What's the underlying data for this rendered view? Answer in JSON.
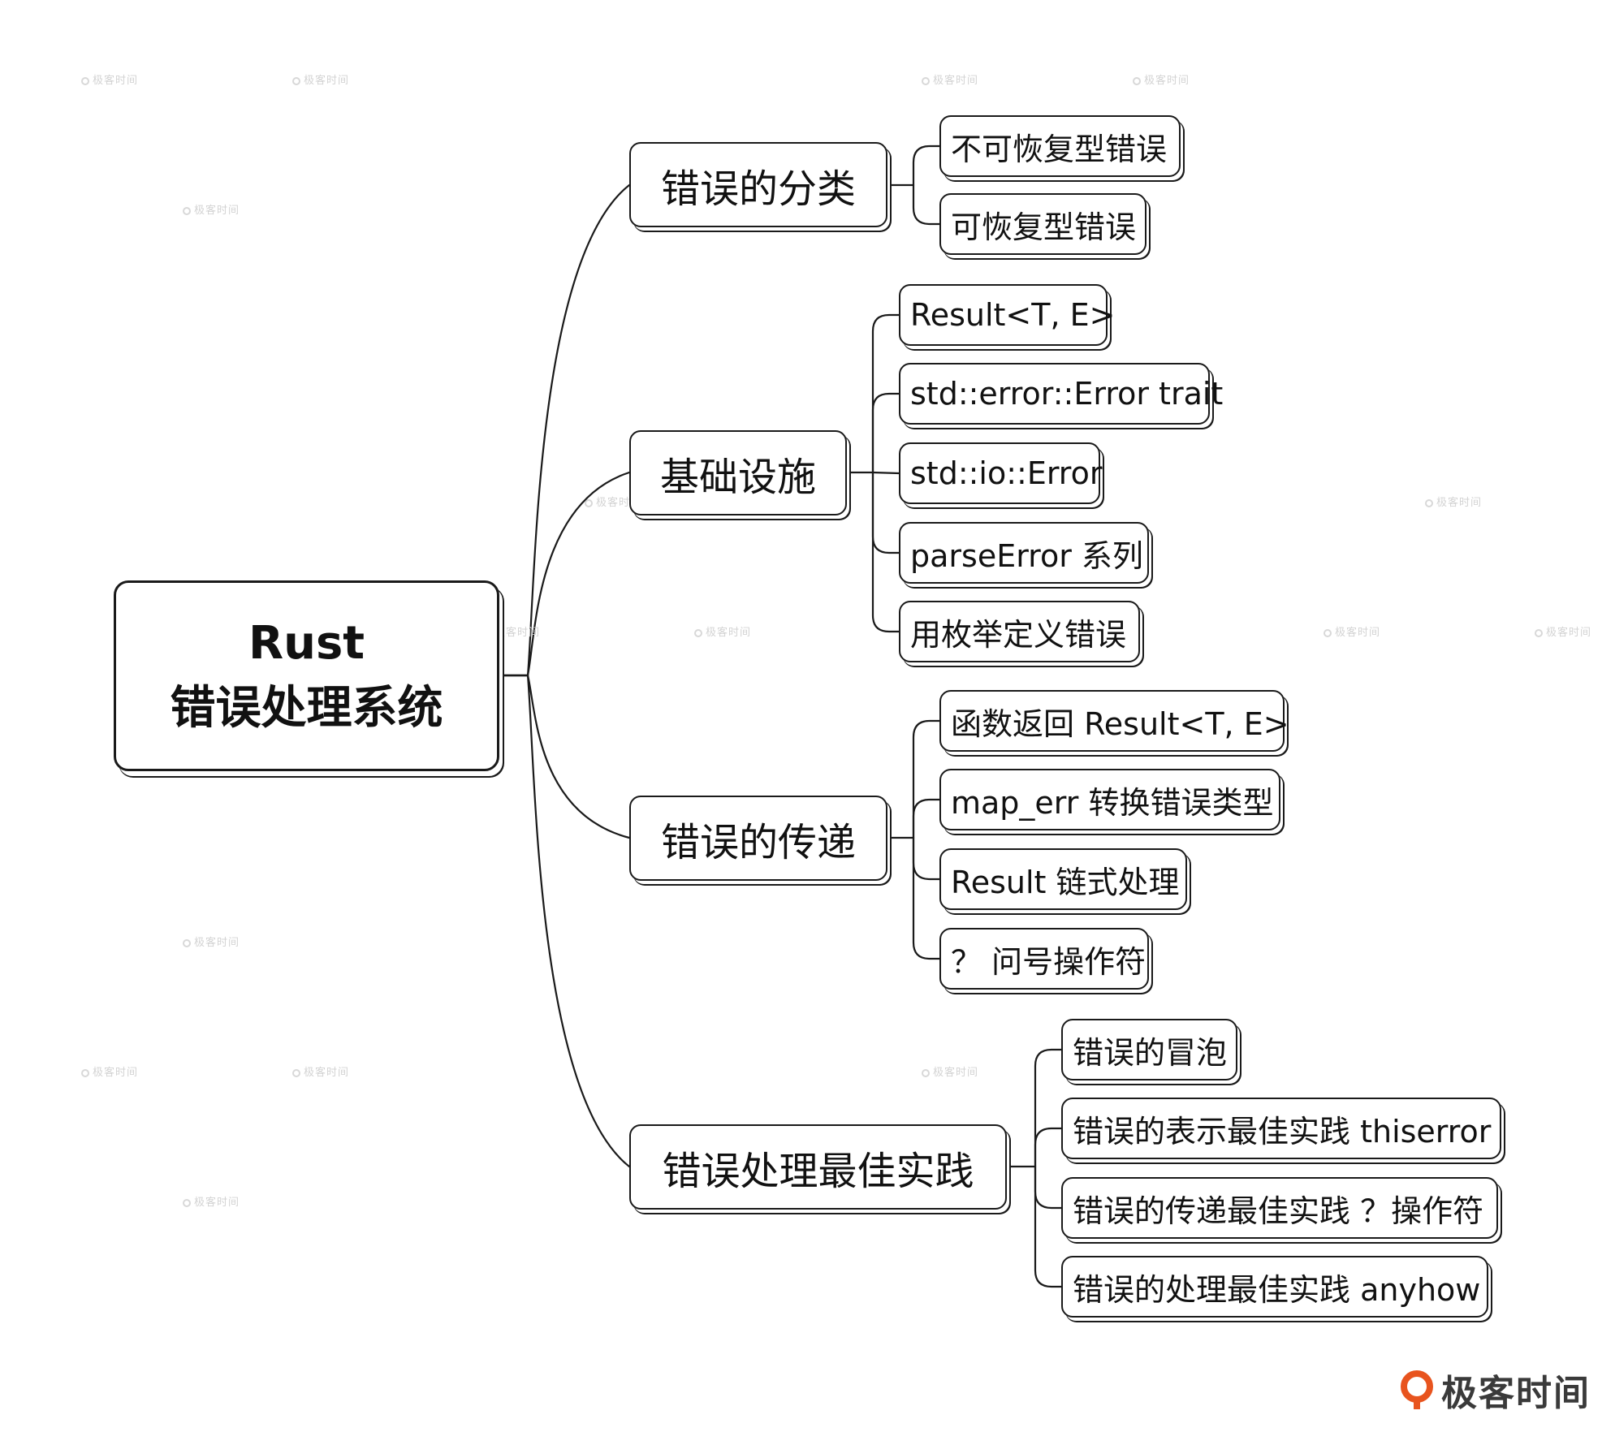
{
  "mindmap": {
    "root": {
      "title_line1": "Rust",
      "title_line2": "错误处理系统"
    },
    "branches": [
      {
        "label": "错误的分类",
        "children": [
          "不可恢复型错误",
          "可恢复型错误"
        ]
      },
      {
        "label": "基础设施",
        "children": [
          "Result<T, E>",
          "std::error::Error trait",
          "std::io::Error",
          "parseError 系列",
          "用枚举定义错误"
        ]
      },
      {
        "label": "错误的传递",
        "children": [
          "函数返回 Result<T, E>",
          "map_err 转换错误类型",
          "Result 链式处理",
          "？ 问号操作符"
        ]
      },
      {
        "label": "错误处理最佳实践",
        "children": [
          "错误的冒泡",
          "错误的表示最佳实践 thiserror",
          "错误的传递最佳实践 ？操作符",
          "错误的处理最佳实践 anyhow"
        ]
      }
    ]
  },
  "watermark": {
    "text": "极客时间"
  },
  "brand": {
    "name": "极客时间",
    "accent_color": "#e8541e"
  },
  "colors": {
    "stroke": "#1a1a1a",
    "background": "#ffffff"
  }
}
